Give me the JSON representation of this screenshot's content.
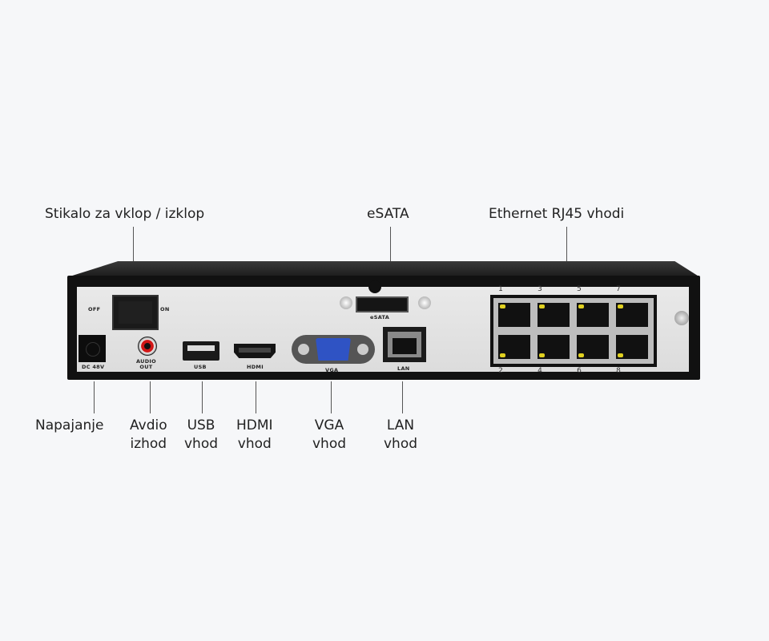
{
  "top_labels": {
    "power_switch": "Stikalo za vklop / izklop",
    "esata": "eSATA",
    "ethernet": "Ethernet RJ45 vhodi"
  },
  "bottom_labels": {
    "power": "Napajanje",
    "audio_1": "Avdio",
    "audio_2": "izhod",
    "usb_1": "USB",
    "usb_2": "vhod",
    "hdmi_1": "HDMI",
    "hdmi_2": "vhod",
    "vga_1": "VGA",
    "vga_2": "vhod",
    "lan_1": "LAN",
    "lan_2": "vhod"
  },
  "device_printing": {
    "off": "OFF",
    "on": "ON",
    "dc": "DC 48V",
    "audio_out_1": "AUDIO",
    "audio_out_2": "OUT",
    "usb": "USB",
    "hdmi": "HDMI",
    "vga": "VGA",
    "lan": "LAN",
    "esata": "eSATA",
    "ports_top": [
      "1",
      "3",
      "5",
      "7"
    ],
    "ports_bottom": [
      "2",
      "4",
      "6",
      "8"
    ]
  },
  "colors": {
    "background": "#f6f7f9",
    "chassis": "#111111",
    "panel": "#e2e2e2",
    "vga_blue": "#2f53c4",
    "audio_red": "#d01616",
    "led_yellow": "#e0d020"
  }
}
